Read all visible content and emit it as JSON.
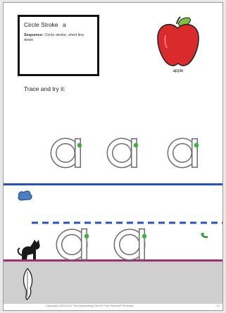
{
  "worksheet": {
    "title": "Circle Stroke",
    "title_letter": "a",
    "sequence_label": "Sequence:",
    "sequence_text": "Circle stroke, short line down",
    "picture_word": "apple",
    "instruction": "Trace and try it:",
    "trace_letters": [
      "a",
      "a",
      "a"
    ],
    "practice_letters": [
      "a",
      "a"
    ],
    "footer_copyright": "Copyright 2002/2014 The Handwriting Clinic® First Strokes® Products",
    "page_number": "13"
  },
  "colors": {
    "apple": "#d92b2b",
    "apple_leaf": "#7cc43f",
    "start_dot": "#3fb33f",
    "top_line": "#2452cc",
    "midline": "#2452cc",
    "baseline": "#a0306a",
    "ground": "#cfcfcf",
    "outline_letter": "#6e6e6e"
  },
  "icons": [
    "cloud-icon",
    "cat-icon",
    "worm-icon",
    "plant-icon"
  ]
}
